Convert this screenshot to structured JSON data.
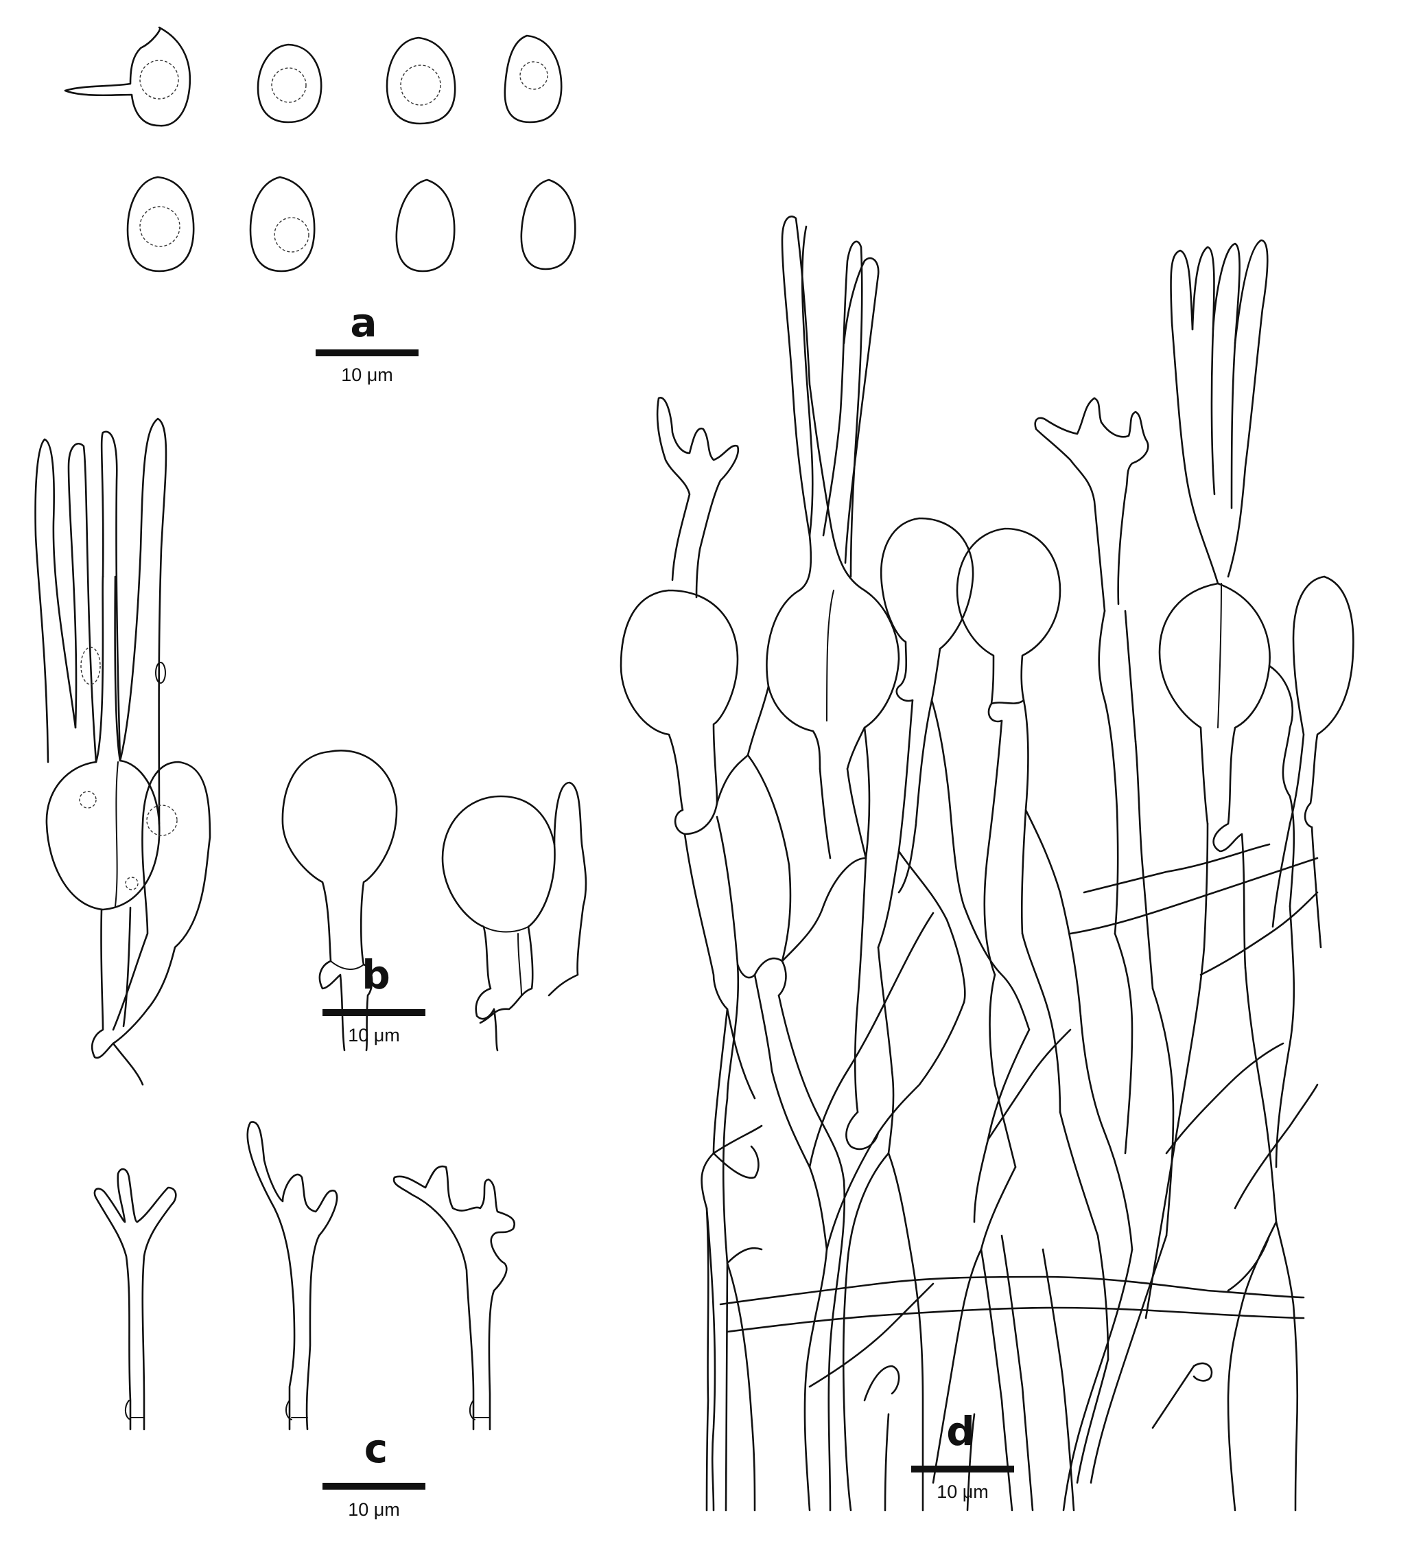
{
  "panels": [
    {
      "letter": "a",
      "scale_label": "10 μm"
    },
    {
      "letter": "b",
      "scale_label": "10 μm"
    },
    {
      "letter": "c",
      "scale_label": "10 μm"
    },
    {
      "letter": "d",
      "scale_label": "10 μm"
    }
  ],
  "colors": {
    "ink": "#111111",
    "background": "#ffffff"
  }
}
